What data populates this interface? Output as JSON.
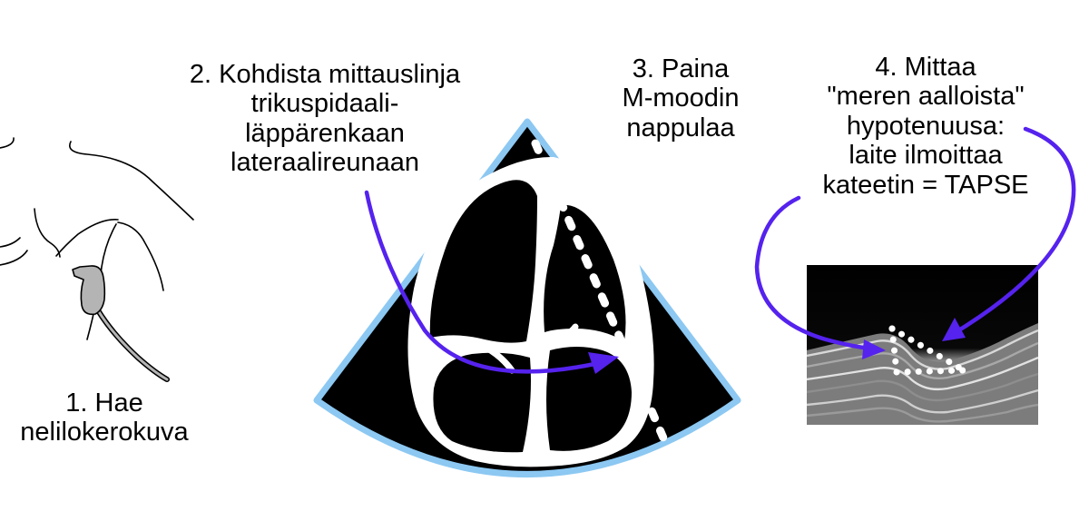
{
  "steps": {
    "step1": {
      "lines": [
        "1. Hae",
        "nelilokerokuva"
      ]
    },
    "step2": {
      "lines": [
        "2. Kohdista mittauslinja",
        "trikuspidaali-",
        "läppärenkaan",
        "lateraalireunaan"
      ]
    },
    "step3": {
      "lines": [
        "3. Paina",
        "M-moodin",
        "nappulaa"
      ]
    },
    "step4": {
      "lines": [
        "4. Mittaa",
        "\"meren aalloista\"",
        "hypotenuusa:",
        "laite ilmoittaa",
        "kateetin = TAPSE"
      ]
    }
  },
  "icons": {
    "patient": "patient-with-probe-icon",
    "echo": "four-chamber-echo-sector-icon",
    "mmode": "m-mode-strip-icon"
  },
  "colors": {
    "arrow": "#5522ee",
    "sector_border": "#8cc8f2",
    "probe": "#b4b4b4",
    "echo_bg": "#000000",
    "annotation_dots": "#ffffff"
  }
}
